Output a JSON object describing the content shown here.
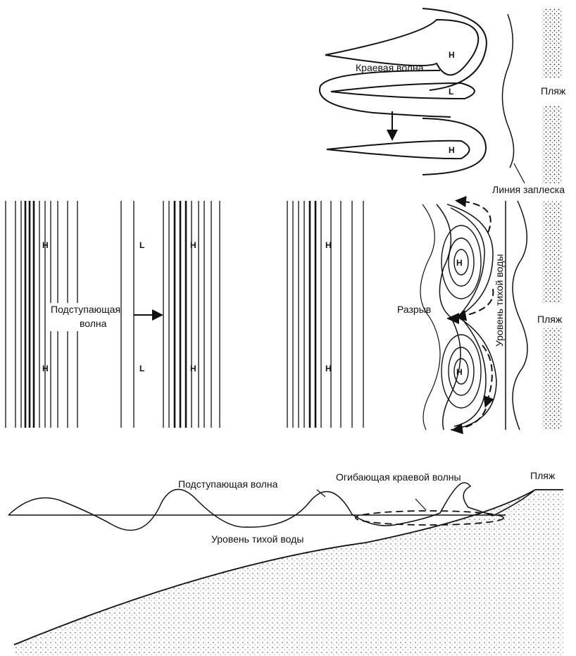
{
  "panel_top": {
    "edge_wave_label": "Краевая волна",
    "beach_label": "Пляж",
    "swash_label": "Линия заплеска",
    "markers": [
      "H",
      "L",
      "H"
    ]
  },
  "panel_middle": {
    "incoming_label_1": "Подступающая",
    "incoming_label_2": "волна",
    "rip_label": "Разрыв",
    "still_water_label": "Уровень тихой воды",
    "beach_label": "Пляж",
    "markers": [
      "H",
      "L",
      "H",
      "H",
      "H",
      "L",
      "H",
      "H",
      "H",
      "H"
    ]
  },
  "panel_bottom": {
    "incoming_wave_label": "Подступающая волна",
    "envelope_label": "Огибающая краевой волны",
    "beach_label": "Пляж",
    "still_water_label": "Уровень тихой воды"
  }
}
